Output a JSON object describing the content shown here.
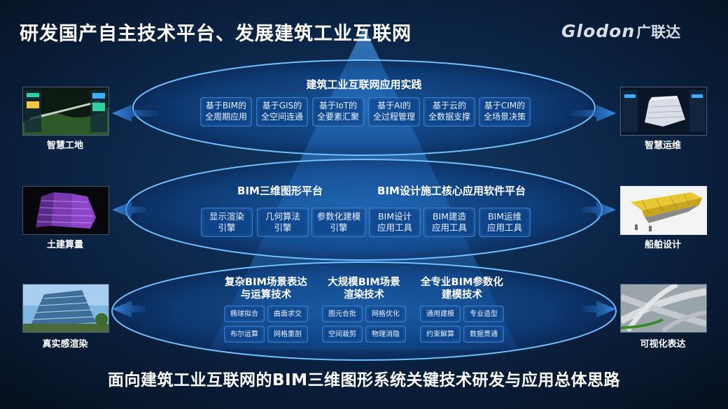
{
  "title": "研发国产自主技术平台、发展建筑工业互联网",
  "logo": {
    "en": "Glodon",
    "cn": "广联达"
  },
  "layer1": {
    "title": "建筑工业互联网应用实践",
    "items": [
      {
        "line1": "基于BIM的",
        "line2": "全周期应用"
      },
      {
        "line1": "基于GIS的",
        "line2": "全空间连通"
      },
      {
        "line1": "基于IoT的",
        "line2": "全要素汇聚"
      },
      {
        "line1": "基于AI的",
        "line2": "全过程管理"
      },
      {
        "line1": "基于云的",
        "line2": "全数据支撑"
      },
      {
        "line1": "基于CIM的",
        "line2": "全场景决策"
      }
    ]
  },
  "layer2": {
    "left_title": "BIM三维图形平台",
    "right_title": "BIM设计施工核心应用软件平台",
    "items": [
      {
        "line1": "显示渲染",
        "line2": "引擎"
      },
      {
        "line1": "几何算法",
        "line2": "引擎"
      },
      {
        "line1": "参数化建模",
        "line2": "引擎"
      },
      {
        "line1": "BIM设计",
        "line2": "应用工具"
      },
      {
        "line1": "BIM建造",
        "line2": "应用工具"
      },
      {
        "line1": "BIM运维",
        "line2": "应用工具"
      }
    ]
  },
  "layer3": {
    "sections": [
      {
        "line1": "复杂BIM场景表达",
        "line2": "与运算技术",
        "items": [
          "椭球拟合",
          "曲面求交",
          "布尔运算",
          "网格重剖"
        ]
      },
      {
        "line1": "大规模BIM场景",
        "line2": "渲染技术",
        "items": [
          "图元合批",
          "网格优化",
          "空间裁剪",
          "物理消隐"
        ]
      },
      {
        "line1": "全专业BIM参数化",
        "line2": "建模技术",
        "items": [
          "通用建模",
          "专业造型",
          "约束解算",
          "数据贯通"
        ]
      }
    ]
  },
  "left_images": [
    {
      "label": "智慧工地",
      "icon": "smart-site-dashboard"
    },
    {
      "label": "土建算量",
      "icon": "building-quantity-model"
    },
    {
      "label": "真实感渲染",
      "icon": "realistic-building-render"
    }
  ],
  "right_images": [
    {
      "label": "智慧运维",
      "icon": "smart-om-dashboard"
    },
    {
      "label": "船舶设计",
      "icon": "ship-design-model"
    },
    {
      "label": "可视化表达",
      "icon": "interchange-visualization"
    }
  ],
  "bottom_title": "面向建筑工业互联网的BIM三维图形系统关键技术研发与应用总体思路",
  "colors": {
    "background": "#0a1a30",
    "ellipse": "#1e6fc8",
    "box": "#0f468c",
    "arrow": "#2a7fd8"
  }
}
